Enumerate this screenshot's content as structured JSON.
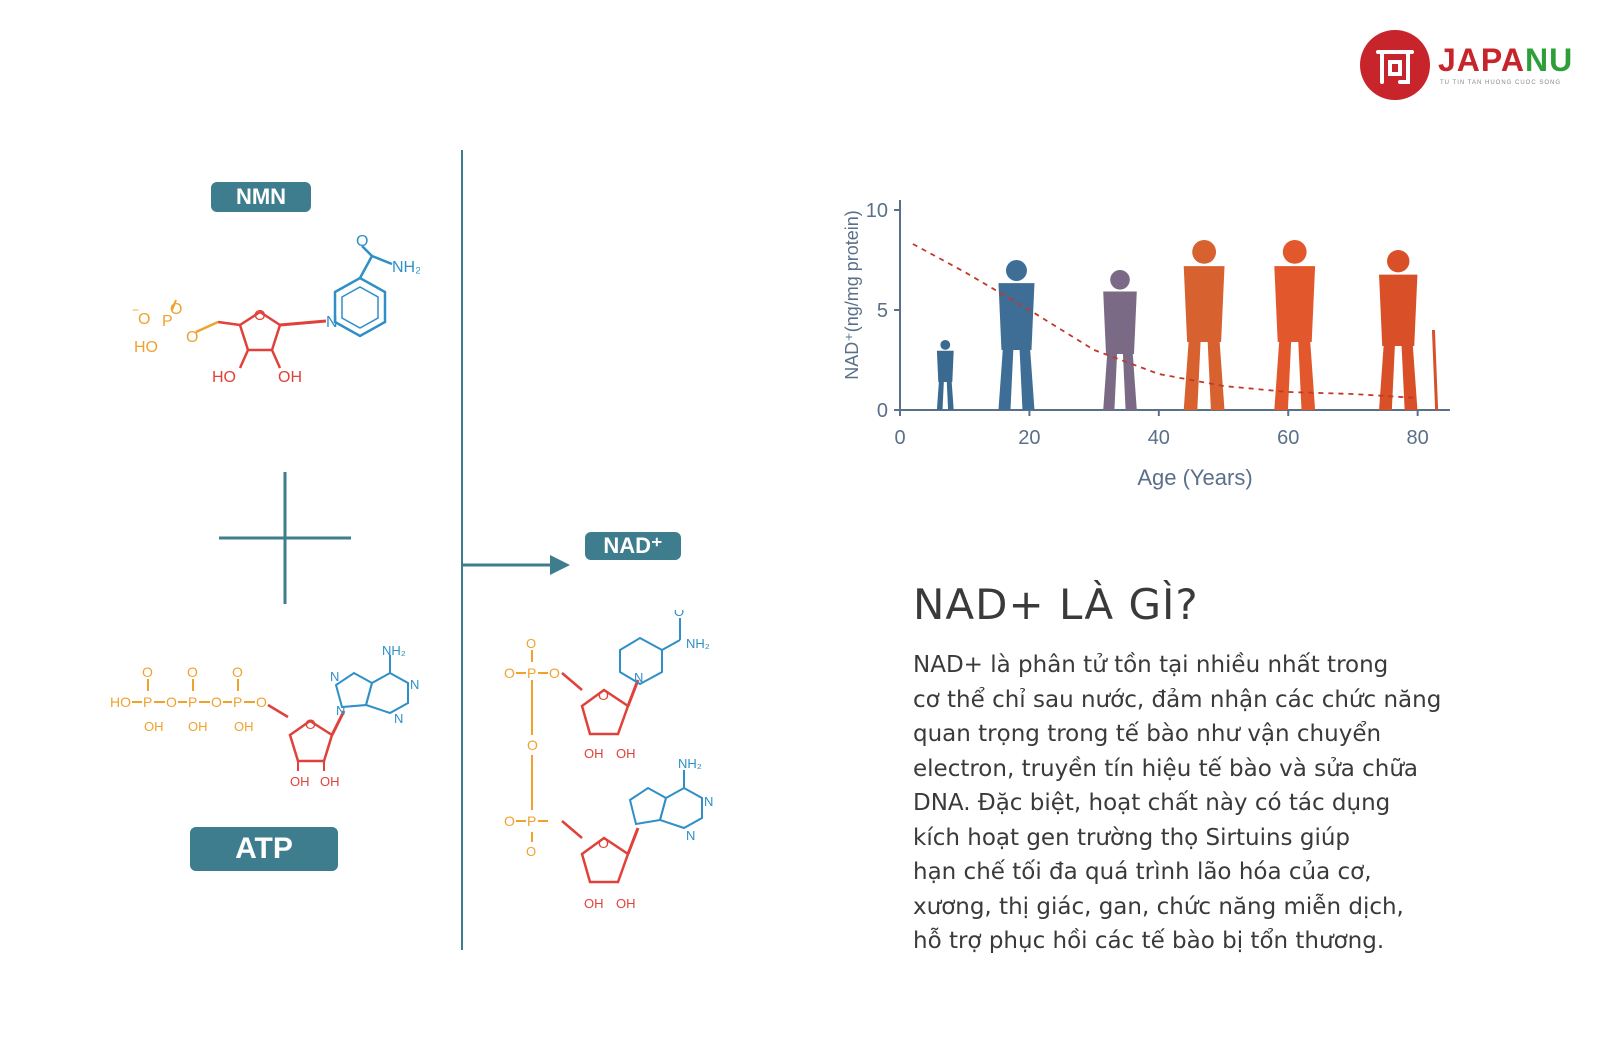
{
  "logo": {
    "brand_part1": "JAPA",
    "brand_part2": "NU",
    "tagline": "TU TIN TAN HUONG CUOC SONG",
    "colors": {
      "red": "#c8242b",
      "green": "#2e9e3b"
    }
  },
  "molecules": {
    "nmn_label": "NMN",
    "atp_label": "ATP",
    "nad_label": "NAD⁺",
    "nmn_atoms": {
      "nh2": "NH₂",
      "o": "O",
      "n_plus": "N",
      "ho": "HO",
      "oh": "OH",
      "o_minus": "O"
    },
    "atp_atoms": {
      "nh2": "NH₂",
      "ho": "HO",
      "oh": "OH",
      "o": "O",
      "p": "P",
      "n": "N"
    },
    "nad_atoms": {
      "nh2": "NH₂",
      "o": "O",
      "p": "P",
      "oh": "OH",
      "n": "N"
    },
    "operators": {
      "plus": "plus-sign",
      "arrow": "arrow-right"
    },
    "colors": {
      "phosphate": "#f0a22e",
      "ribose": "#e0413a",
      "base": "#2f8fc6",
      "accent": "#3d7d8e"
    }
  },
  "chart_data": {
    "type": "line",
    "title": "",
    "xlabel": "Age (Years)",
    "ylabel": "NAD⁺(ng/mg protein)",
    "xlim": [
      0,
      85
    ],
    "ylim": [
      0,
      10.5
    ],
    "x_ticks": [
      0,
      20,
      40,
      60,
      80
    ],
    "y_ticks": [
      0,
      5,
      10
    ],
    "series": [
      {
        "style": "dashed",
        "x": [
          2,
          10,
          20,
          30,
          40,
          50,
          60,
          70,
          80
        ],
        "y": [
          8.3,
          6.9,
          5.0,
          3.0,
          1.8,
          1.2,
          0.9,
          0.8,
          0.6
        ]
      }
    ],
    "figures": [
      {
        "age": 7,
        "icon": "child-silhouette-icon"
      },
      {
        "age": 18,
        "icon": "teen-silhouette-icon"
      },
      {
        "age": 34,
        "icon": "adult-hiker-silhouette-icon"
      },
      {
        "age": 47,
        "icon": "adult-with-bag-silhouette-icon"
      },
      {
        "age": 61,
        "icon": "older-adult-silhouette-icon"
      },
      {
        "age": 77,
        "icon": "elderly-with-cane-silhouette-icon"
      }
    ],
    "colors": {
      "axis": "#5a7089",
      "curve": "#c0392b"
    }
  },
  "content": {
    "title": "NAD+ LÀ GÌ?",
    "paragraph_lines": [
      "NAD+ là phân tử tồn tại nhiều nhất trong",
      "cơ thể chỉ sau nước, đảm nhận các chức năng",
      "quan trọng trong tế bào như vận chuyển",
      "electron, truyền tín hiệu tế bào và sửa chữa",
      "DNA. Đặc biệt, hoạt chất này có tác dụng",
      "kích hoạt gen trường thọ Sirtuins giúp",
      "hạn chế tối đa quá trình lão hóa của cơ,",
      "xương, thị giác, gan, chức năng miễn dịch,",
      "hỗ trợ phục hồi các tế bào bị tổn thương."
    ]
  }
}
